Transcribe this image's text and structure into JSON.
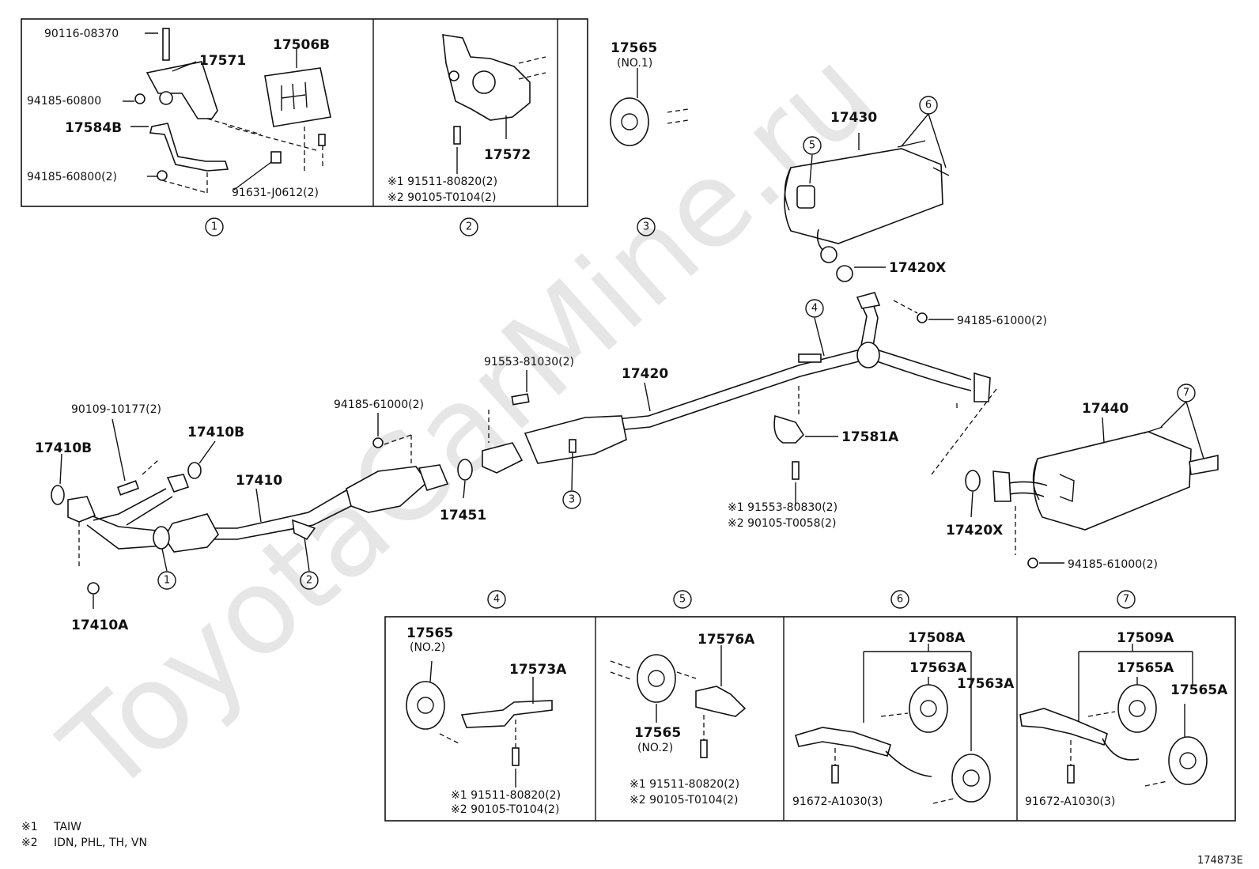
{
  "watermark": "ToyotaCarMine.ru",
  "diagram_id": "174873E",
  "footnotes": [
    {
      "mark": "※1",
      "text": "TAIW"
    },
    {
      "mark": "※2",
      "text": "IDN, PHL, TH, VN"
    }
  ],
  "callouts": [
    "1",
    "2",
    "3",
    "4",
    "5",
    "6",
    "7"
  ],
  "top_boxes": {
    "box1": {
      "p1": "90116-08370",
      "p2": "17571",
      "p3": "17506B",
      "p4": "94185-60800",
      "p5": "17584B",
      "p6": "94185-60800(2)",
      "p7": "91631-J0612(2)"
    },
    "box2": {
      "p1": "17572",
      "n1": "※1 91511-80820(2)",
      "n2": "※2 90105-T0104(2)"
    },
    "box3": {
      "p1": "17565",
      "p1_sub": "(NO.1)"
    }
  },
  "main": {
    "p17430": "17430",
    "p17420X_a": "17420X",
    "p94185_61000_a": "94185-61000(2)",
    "p17420": "17420",
    "p91553_81030": "91553-81030(2)",
    "p94185_61000_b": "94185-61000(2)",
    "p90109": "90109-10177(2)",
    "p17410B_a": "17410B",
    "p17410B_b": "17410B",
    "p17410": "17410",
    "p17451": "17451",
    "p17581A": "17581A",
    "n91553_1": "※1 91553-80830(2)",
    "n91553_2": "※2 90105-T0058(2)",
    "p17440": "17440",
    "p17420X_b": "17420X",
    "p94185_61000_c": "94185-61000(2)",
    "p17410A": "17410A"
  },
  "bottom_boxes": {
    "box4": {
      "p1": "17565",
      "p1_sub": "(NO.2)",
      "p2": "17573A",
      "n1": "※1 91511-80820(2)",
      "n2": "※2 90105-T0104(2)"
    },
    "box5": {
      "p1": "17576A",
      "p2": "17565",
      "p2_sub": "(NO.2)",
      "n1": "※1 91511-80820(2)",
      "n2": "※2 90105-T0104(2)"
    },
    "box6": {
      "p1": "17508A",
      "p2": "17563A",
      "p3": "17563A",
      "p4": "91672-A1030(3)"
    },
    "box7": {
      "p1": "17509A",
      "p2": "17565A",
      "p3": "17565A",
      "p4": "91672-A1030(3)"
    }
  }
}
